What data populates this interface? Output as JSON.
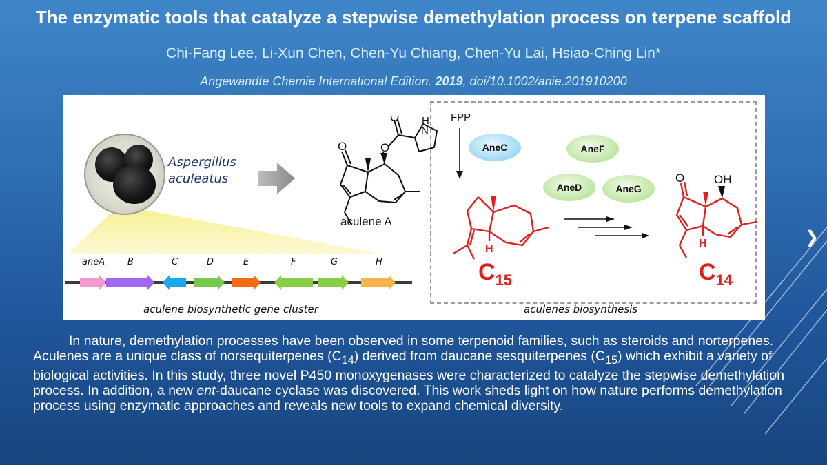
{
  "header": {
    "title": "The enzymatic tools that catalyze a stepwise demethylation process on terpene scaffold",
    "authors": "Chi-Fang Lee, Li-Xun Chen, Chen-Yu Chiang, Chen-Yu Lai, Hsiao-Ching Lin*",
    "citation_journal": "Angewandte Chemie International Edition.",
    "citation_year": "2019",
    "citation_doi": ", doi/10.1002/anie.201910200"
  },
  "figure": {
    "species_line1": "Aspergillus",
    "species_line2": "aculeatus",
    "compound_name": "aculene A",
    "cluster_caption": "aculene biosynthetic gene cluster",
    "genes": [
      {
        "label": "aneA",
        "color": "#f59ad1",
        "dir": "right"
      },
      {
        "label": "B",
        "color": "#a069f0",
        "dir": "right"
      },
      {
        "label": "C",
        "color": "#1ba9ee",
        "dir": "left"
      },
      {
        "label": "D",
        "color": "#76c94c",
        "dir": "right"
      },
      {
        "label": "E",
        "color": "#f36b12",
        "dir": "right"
      },
      {
        "label": "F",
        "color": "#86cf47",
        "dir": "left"
      },
      {
        "label": "G",
        "color": "#86cf47",
        "dir": "right"
      },
      {
        "label": "H",
        "color": "#f8b44a",
        "dir": "right"
      }
    ],
    "precursor": "FPP",
    "enzymes": {
      "c": "AneC",
      "f": "AneF",
      "d": "AneD",
      "g": "AneG"
    },
    "substituent_oh": "OH",
    "atom_o": "O",
    "atom_h": "H",
    "atom_n": "N",
    "c15": {
      "element": "C",
      "subscript": "15"
    },
    "c14": {
      "element": "C",
      "subscript": "14"
    },
    "biosynthesis_caption": "aculenes biosynthesis"
  },
  "abstract": {
    "s1": "In nature, demethylation processes have been observed in some terpenoid families, such as steroids and norterpenes. Aculenes are a unique class of norsequiterpenes (C",
    "sub1": "14",
    "s2": ") derived from daucane sesquiterpenes (C",
    "sub2": "15",
    "s3": ") which exhibit a variety of biological activities. In this study, three novel P450 monoxygenases were characterized to catalyze the stepwise demethylation process. In addition, a new ",
    "ent": "ent",
    "s4": "-daucane cyclase was discovered. This work sheds light on how nature performs demethylation process using enzymatic approaches and reveals new tools to expand chemical diversity."
  },
  "colors": {
    "accent_red": "#e02020",
    "text_light": "#d7f0ff"
  }
}
